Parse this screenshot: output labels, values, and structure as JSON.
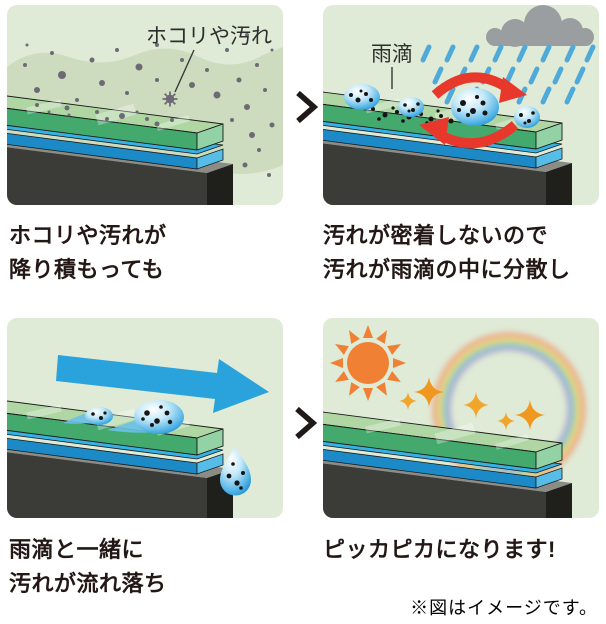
{
  "title": "self-cleaning-coating-process-diagram",
  "panels": [
    {
      "name": "dust-accumulation",
      "annotation": "ホコリや汚れ",
      "caption": [
        "ホコリや汚れが",
        "降り積もっても"
      ]
    },
    {
      "name": "rain-dispersion",
      "annotation": "雨滴",
      "caption": [
        "汚れが密着しないので",
        "汚れが雨滴の中に分散し"
      ]
    },
    {
      "name": "dirt-washoff",
      "caption": [
        "雨滴と一緒に",
        "汚れが流れ落ち"
      ]
    },
    {
      "name": "sparkling-clean",
      "caption": [
        "ピッカピカになります!"
      ]
    }
  ],
  "footnote": "※図はイメージです。",
  "colors": {
    "panel_bg": "#dfebd6",
    "wave_band": "#cddcbe",
    "glass_green": "#44a96d",
    "layer_blue": "#1b8ac7",
    "base_dark": "#3b3b38",
    "rain_blue": "#4faada",
    "arrow_blue": "#2aa3dc",
    "cycle_red": "#e8382c",
    "cloud_gray": "#9b9ea1",
    "dust_gray": "#6e6a75",
    "sun_orange": "#ef8034",
    "sparkle_gold": "#f2a52b",
    "caption_text": "#231815"
  }
}
